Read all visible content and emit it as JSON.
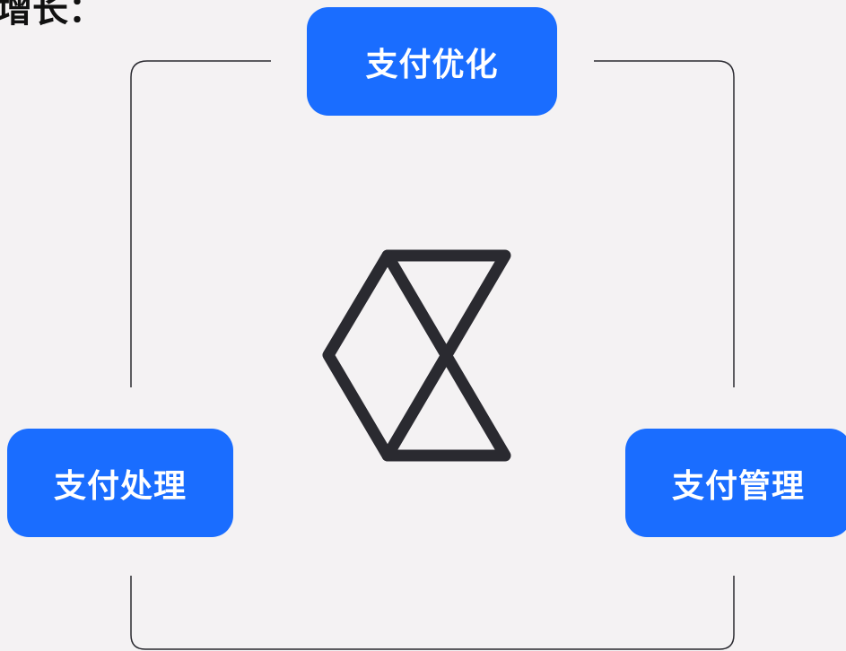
{
  "heading": "增长：",
  "nodes": {
    "top": "支付优化",
    "left": "支付处理",
    "right": "支付管理"
  },
  "colors": {
    "background": "#f4f2f3",
    "node_fill": "#1a6dff",
    "node_text": "#ffffff",
    "line": "#2a2a30",
    "logo": "#2a2a30"
  },
  "logo_icon": "hourglass-diamond-logo-icon"
}
